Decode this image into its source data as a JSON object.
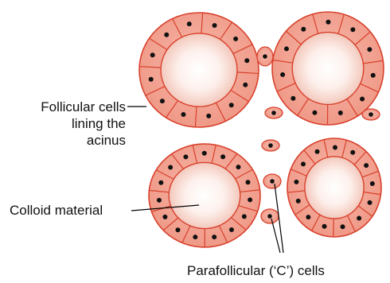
{
  "colors": {
    "cell_fill": "#f2a090",
    "cell_edge": "#d8402c",
    "colloid_center": "#ffffff",
    "colloid_edge": "#f3c8bc",
    "nucleus": "#111111",
    "leader_line": "#000000"
  },
  "labels": {
    "follicular_line1": "Follicular cells",
    "follicular_line2": "lining the",
    "follicular_line3": "acinus",
    "colloid": "Colloid material",
    "parafollicular": "Parafollicular (‘C’) cells"
  }
}
